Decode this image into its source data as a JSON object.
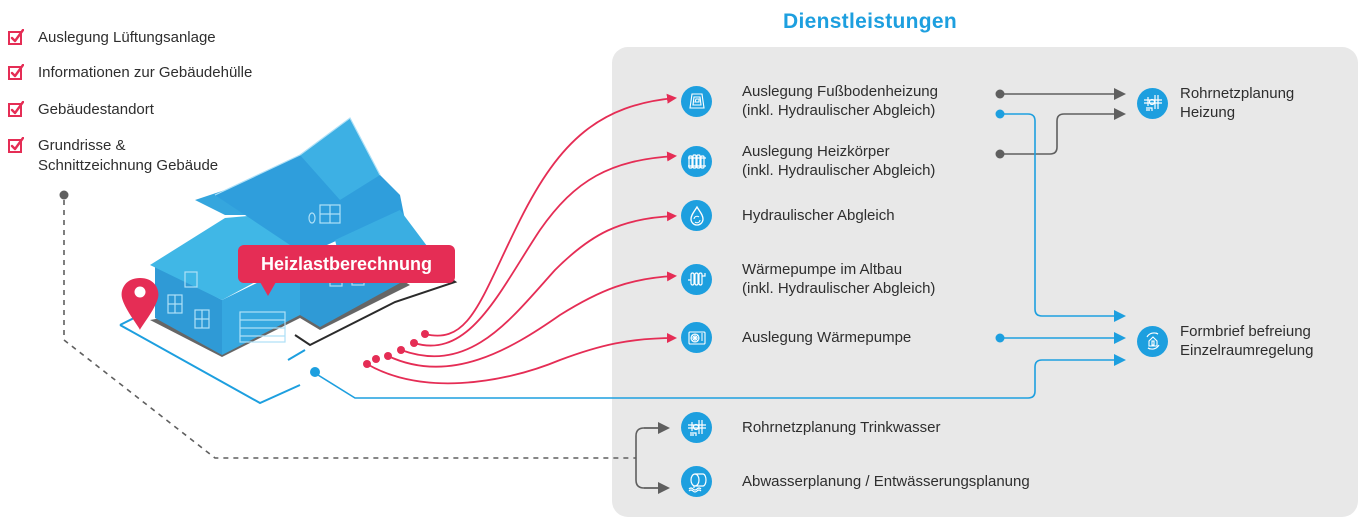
{
  "requirements": {
    "items": [
      {
        "label_lines": [
          "Auslegung Lüftungsanlage"
        ]
      },
      {
        "label_lines": [
          "Informationen zur Gebäudehülle"
        ]
      },
      {
        "label_lines": [
          "Gebäudestandort"
        ]
      },
      {
        "label_lines": [
          "Grundrisse &",
          "Schnittzeichnung Gebäude"
        ]
      }
    ],
    "check_icon": "checkbox-checked-icon"
  },
  "center": {
    "label": "Heizlastberechnung",
    "house_icon": "house-illustration",
    "pin_icon": "location-pin-icon"
  },
  "panel": {
    "title": "Dienstleistungen",
    "services": [
      {
        "icon": "underfloor-heating-icon",
        "lines": [
          "Auslegung Fußbodenheizung",
          "(inkl. Hydraulischer Abgleich)"
        ]
      },
      {
        "icon": "radiator-icon",
        "lines": [
          "Auslegung Heizkörper",
          "(inkl. Hydraulischer Abgleich)"
        ]
      },
      {
        "icon": "water-drop-cycle-icon",
        "lines": [
          "Hydraulischer Abgleich"
        ]
      },
      {
        "icon": "heating-coil-icon",
        "lines": [
          " Wärmepumpe im Altbau",
          "(inkl. Hydraulischer Abgleich)"
        ]
      },
      {
        "icon": "heat-pump-unit-icon",
        "lines": [
          "Auslegung Wärmepumpe"
        ]
      },
      {
        "icon": "pipe-network-icon",
        "lines": [
          "Rohrnetzplanung Trinkwasser"
        ]
      },
      {
        "icon": "wastewater-pipe-icon",
        "lines": [
          "Abwasserplanung / Entwässerungsplanung"
        ]
      }
    ],
    "outputs": [
      {
        "icon": "pipe-network-icon",
        "lines": [
          "Rohrnetzplanung",
          "Heizung"
        ]
      },
      {
        "icon": "house-thermostat-cycle-icon",
        "lines": [
          "Formbrief befreiung",
          "Einzelraumregelung"
        ]
      }
    ]
  },
  "colors": {
    "accent_blue": "#1d9fdf",
    "accent_red": "#e52d55",
    "connector_gray": "#5f5f5f",
    "panel_bg": "#e8e8e8"
  }
}
